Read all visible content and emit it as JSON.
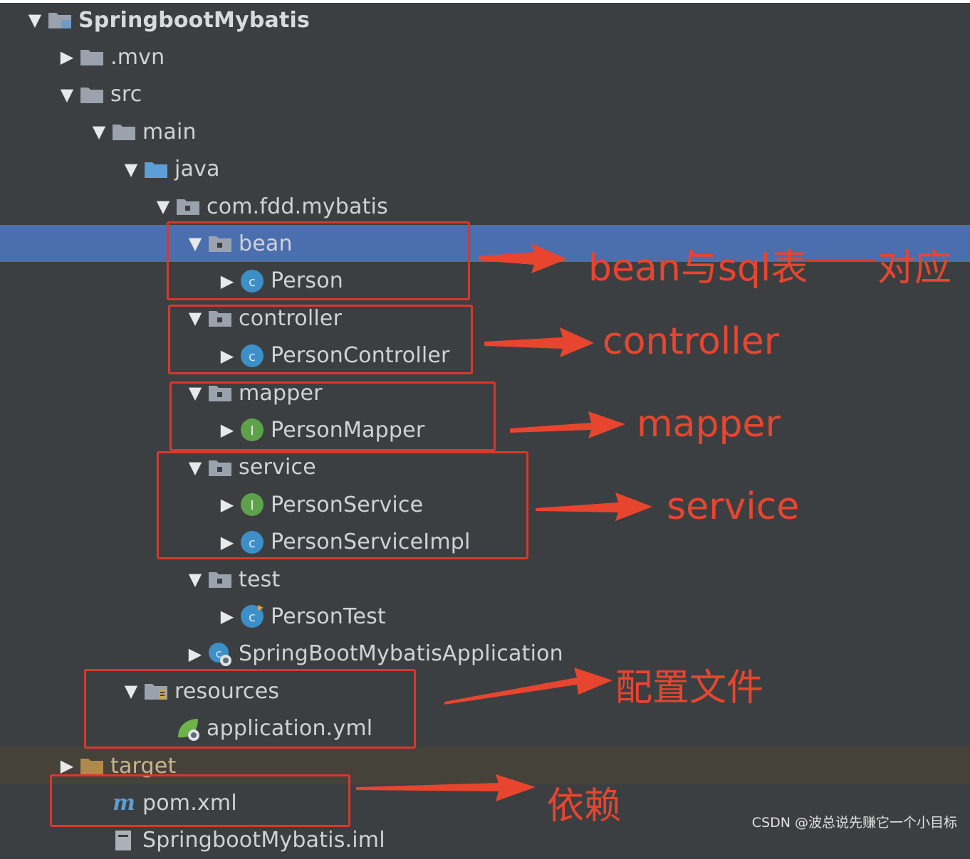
{
  "tree": {
    "rows": [
      {
        "label": "SpringbootMybatis",
        "depth": 0,
        "expanded": true,
        "icon": "module-folder-icon",
        "bold": true
      },
      {
        "label": ".mvn",
        "depth": 1,
        "expanded": false,
        "icon": "folder-icon"
      },
      {
        "label": "src",
        "depth": 1,
        "expanded": true,
        "icon": "folder-icon"
      },
      {
        "label": "main",
        "depth": 2,
        "expanded": true,
        "icon": "folder-icon"
      },
      {
        "label": "java",
        "depth": 3,
        "expanded": true,
        "icon": "source-folder-icon"
      },
      {
        "label": "com.fdd.mybatis",
        "depth": 4,
        "expanded": true,
        "icon": "package-icon"
      },
      {
        "label": "bean",
        "depth": 5,
        "expanded": true,
        "icon": "package-icon",
        "selected": true
      },
      {
        "label": "Person",
        "depth": 6,
        "expanded": false,
        "icon": "class-icon"
      },
      {
        "label": "controller",
        "depth": 5,
        "expanded": true,
        "icon": "package-icon"
      },
      {
        "label": "PersonController",
        "depth": 6,
        "expanded": false,
        "icon": "class-icon"
      },
      {
        "label": "mapper",
        "depth": 5,
        "expanded": true,
        "icon": "package-icon"
      },
      {
        "label": "PersonMapper",
        "depth": 6,
        "expanded": false,
        "icon": "interface-icon"
      },
      {
        "label": "service",
        "depth": 5,
        "expanded": true,
        "icon": "package-icon"
      },
      {
        "label": "PersonService",
        "depth": 6,
        "expanded": false,
        "icon": "interface-icon"
      },
      {
        "label": "PersonServiceImpl",
        "depth": 6,
        "expanded": false,
        "icon": "class-icon"
      },
      {
        "label": "test",
        "depth": 5,
        "expanded": true,
        "icon": "package-icon"
      },
      {
        "label": "PersonTest",
        "depth": 6,
        "expanded": false,
        "icon": "test-class-icon"
      },
      {
        "label": "SpringBootMybatisApplication",
        "depth": 5,
        "expanded": false,
        "icon": "spring-boot-app-icon"
      },
      {
        "label": "resources",
        "depth": 3,
        "expanded": true,
        "icon": "resources-folder-icon"
      },
      {
        "label": "application.yml",
        "depth": 4,
        "expanded": null,
        "icon": "spring-config-icon"
      },
      {
        "label": "target",
        "depth": 1,
        "expanded": false,
        "icon": "excluded-folder-icon",
        "excluded": true
      },
      {
        "label": "pom.xml",
        "depth": 2,
        "expanded": null,
        "icon": "maven-icon"
      },
      {
        "label": "SpringbootMybatis.iml",
        "depth": 2,
        "expanded": null,
        "icon": "iml-file-icon"
      }
    ]
  },
  "annotations": {
    "bean": "bean与sql表",
    "bean_suffix": "对应",
    "controller": "controller",
    "mapper": "mapper",
    "service": "service",
    "config": "配置文件",
    "deps": "依赖"
  },
  "watermark": "CSDN @波总说先赚它一个小目标",
  "colors": {
    "background": "#3c3f41",
    "selection": "#4b6eaf",
    "annotation_red": "#e8452f",
    "folder_gray": "#9aa3ad",
    "folder_blue": "#5e9ed6",
    "class_blue": "#3d8fc8",
    "interface_green": "#5ea14b"
  }
}
